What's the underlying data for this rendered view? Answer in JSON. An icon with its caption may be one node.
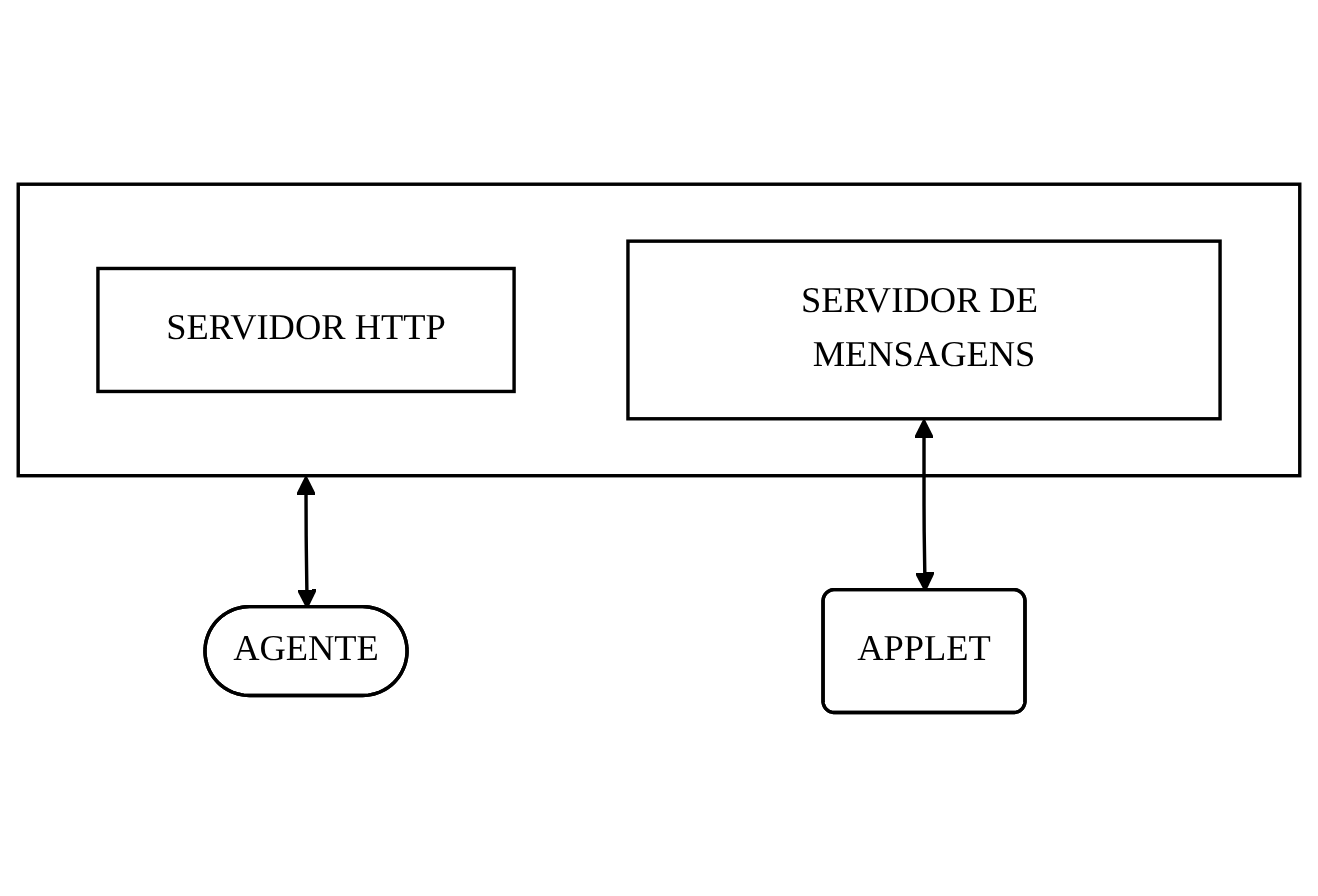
{
  "diagram": {
    "nodes": [
      {
        "text": [],
        "shape": "box"
      },
      {
        "text": [
          "SERVIDOR HTTP"
        ],
        "in": 0
      },
      {
        "text": [
          "SERVIDOR DE MENSAGENS"
        ],
        "in": 0
      },
      {
        "text": [
          "APPLET"
        ]
      },
      {
        "text": [
          "AGENTE"
        ]
      }
    ],
    "edges": [
      {
        "from": 2,
        "to": 3,
        "arrow": "both"
      },
      {
        "from": 0,
        "to": 4,
        "arrow": "both"
      }
    ]
  }
}
